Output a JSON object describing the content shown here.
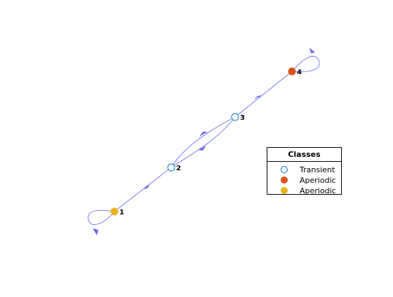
{
  "graph": {
    "nodes": [
      {
        "id": "1",
        "label": "1",
        "class_index": 2
      },
      {
        "id": "2",
        "label": "2",
        "class_index": 0
      },
      {
        "id": "3",
        "label": "3",
        "class_index": 0
      },
      {
        "id": "4",
        "label": "4",
        "class_index": 1
      }
    ],
    "edges": [
      {
        "from": "1",
        "to": "1"
      },
      {
        "from": "2",
        "to": "1"
      },
      {
        "from": "2",
        "to": "3"
      },
      {
        "from": "3",
        "to": "2"
      },
      {
        "from": "3",
        "to": "4"
      },
      {
        "from": "4",
        "to": "4"
      }
    ]
  },
  "legend": {
    "title": "Classes",
    "items": [
      {
        "label": "Transient",
        "fill": "#ffffff",
        "stroke": "#0072bd"
      },
      {
        "label": "Aperiodic",
        "fill": "#d95319",
        "stroke": "#d95319"
      },
      {
        "label": "Aperiodic",
        "fill": "#edb120",
        "stroke": "#edb120"
      }
    ]
  },
  "colors": {
    "edge": "#6b6bf0"
  }
}
